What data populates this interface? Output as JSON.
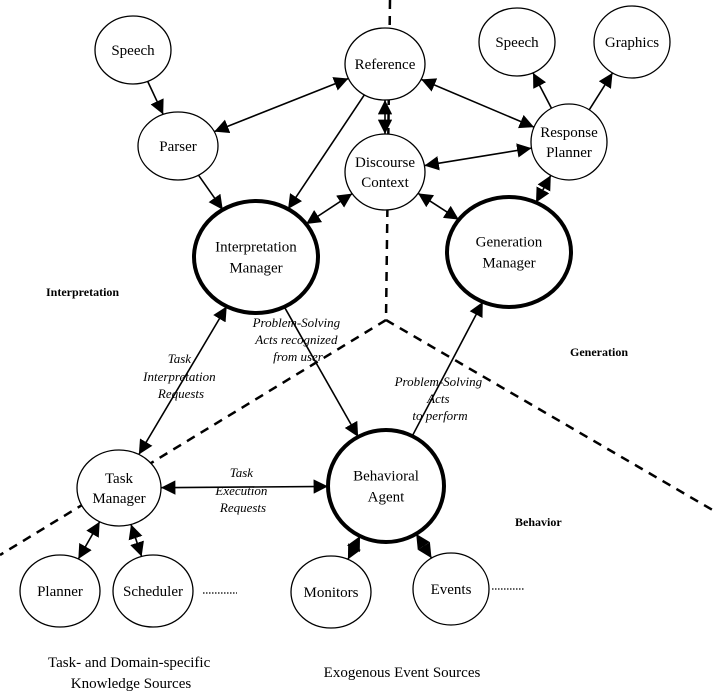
{
  "nodes": {
    "speech_in": {
      "label": [
        "Speech"
      ],
      "thick": false
    },
    "parser": {
      "label": [
        "Parser"
      ],
      "thick": false
    },
    "reference": {
      "label": [
        "Reference"
      ],
      "thick": false
    },
    "discourse": {
      "label": [
        "Discourse",
        "Context"
      ],
      "thick": false
    },
    "speech_out": {
      "label": [
        "Speech"
      ],
      "thick": false
    },
    "graphics": {
      "label": [
        "Graphics"
      ],
      "thick": false
    },
    "response_planner": {
      "label": [
        "Response",
        "Planner"
      ],
      "thick": false
    },
    "interp_manager": {
      "label": [
        "Interpretation",
        "Manager"
      ],
      "thick": true
    },
    "gen_manager": {
      "label": [
        "Generation",
        "Manager"
      ],
      "thick": true
    },
    "task_manager": {
      "label": [
        "Task",
        "Manager"
      ],
      "thick": false
    },
    "behavioral_agent": {
      "label": [
        "Behavioral",
        "Agent"
      ],
      "thick": true
    },
    "planner": {
      "label": [
        "Planner"
      ],
      "thick": false
    },
    "scheduler": {
      "label": [
        "Scheduler"
      ],
      "thick": false
    },
    "monitors": {
      "label": [
        "Monitors"
      ],
      "thick": false
    },
    "events": {
      "label": [
        "Events"
      ],
      "thick": false
    }
  },
  "edges": [
    {
      "from": "speech_in",
      "to": "parser",
      "both": false
    },
    {
      "from": "parser",
      "to": "interp_manager",
      "both": false
    },
    {
      "from": "parser",
      "to": "reference",
      "both": true
    },
    {
      "from": "reference",
      "to": "interp_manager",
      "both": false
    },
    {
      "from": "reference",
      "to": "discourse",
      "both": true
    },
    {
      "from": "reference",
      "to": "response_planner",
      "both": true
    },
    {
      "from": "discourse",
      "to": "response_planner",
      "both": true
    },
    {
      "from": "discourse",
      "to": "interp_manager",
      "both": true
    },
    {
      "from": "discourse",
      "to": "gen_manager",
      "both": true
    },
    {
      "from": "response_planner",
      "to": "speech_out",
      "both": false
    },
    {
      "from": "response_planner",
      "to": "graphics",
      "both": false
    },
    {
      "from": "response_planner",
      "to": "gen_manager",
      "both": true
    },
    {
      "from": "interp_manager",
      "to": "task_manager",
      "both": true
    },
    {
      "from": "interp_manager",
      "to": "behavioral_agent",
      "both": false
    },
    {
      "from": "behavioral_agent",
      "to": "gen_manager",
      "both": false
    },
    {
      "from": "task_manager",
      "to": "behavioral_agent",
      "both": true
    },
    {
      "from": "task_manager",
      "to": "planner",
      "both": true
    },
    {
      "from": "task_manager",
      "to": "scheduler",
      "both": true
    },
    {
      "from": "behavioral_agent",
      "to": "monitors",
      "both": true
    },
    {
      "from": "behavioral_agent",
      "to": "events",
      "both": true
    }
  ],
  "edge_labels": {
    "ps_recognized": [
      "Problem-Solving",
      "Acts recognized",
      "from user"
    ],
    "task_interp": [
      "Task",
      "Interpretation",
      "Requests"
    ],
    "ps_perform": [
      "Problem-Solving",
      "Acts",
      "to perform"
    ],
    "task_exec": [
      "Task",
      "Execution",
      "Requests"
    ]
  },
  "regions": {
    "interpretation": "Interpretation",
    "generation": "Generation",
    "behavior": "Behavior"
  },
  "footer": {
    "knowledge": [
      "Task- and Domain-specific",
      "Knowledge Sources"
    ],
    "exogenous": "Exogenous Event Sources"
  }
}
